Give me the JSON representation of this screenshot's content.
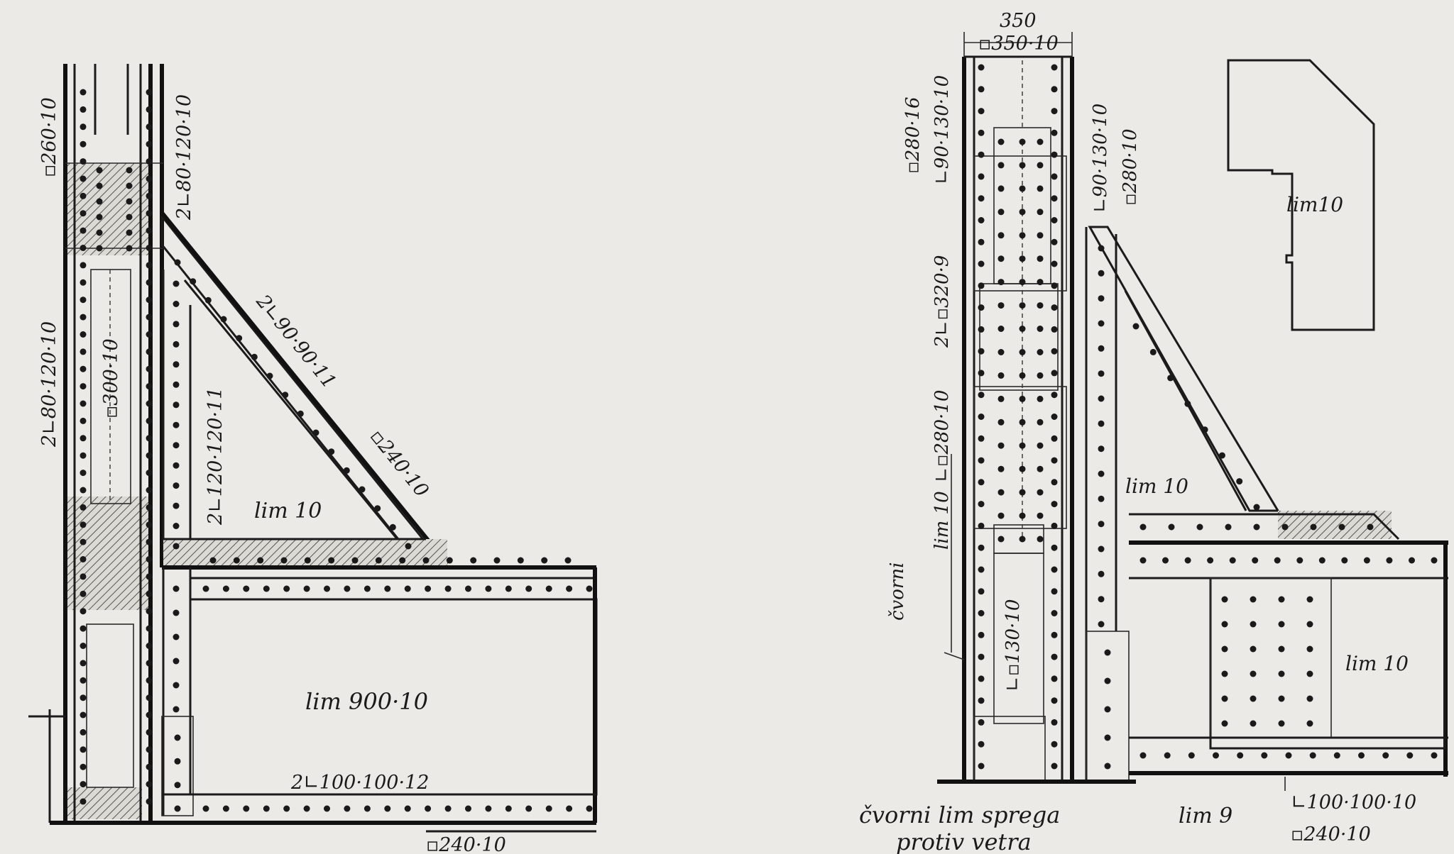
{
  "left_detail": {
    "labels": {
      "plate_260": "▫260·10",
      "angles_80_120_top": "2∟80·120·10",
      "angles_80_120_left": "2∟80·120·10",
      "plate_300": "▫300·10",
      "angles_120": "2∟120·120·11",
      "angles_90_diag": "2∟90·90·11",
      "plate_240_diag": "▫240·10",
      "gusset": "lim 10",
      "web_plate": "lim 900·10",
      "angles_100": "2∟100·100·12",
      "plate_240_bottom": "▫240·10"
    }
  },
  "right_detail": {
    "labels": {
      "top_350": "350",
      "top_350_10": "▫350·10",
      "plate_280_16": "▫280·16",
      "angle_90_130_left": "∟90·130·10",
      "angle_90_130_right": "∟90·130·10",
      "plate_280_right": "▫280·10",
      "angles_320": "2∟▫320·9",
      "plate_280_10": "∟▫280·10",
      "lim_10_vertical": "lim 10",
      "cvorni_vertical": "čvorni",
      "plate_130": "∟▫130·10",
      "gusset": "lim 10",
      "lim_10_right": "lim 10",
      "inset_label": "lim10",
      "caption_line1": "čvorni lim sprega",
      "caption_line2": "protiv vetra",
      "lim_9": "lim 9",
      "angle_100": "∟100·100·10",
      "plate_240": "▫240·10"
    }
  }
}
